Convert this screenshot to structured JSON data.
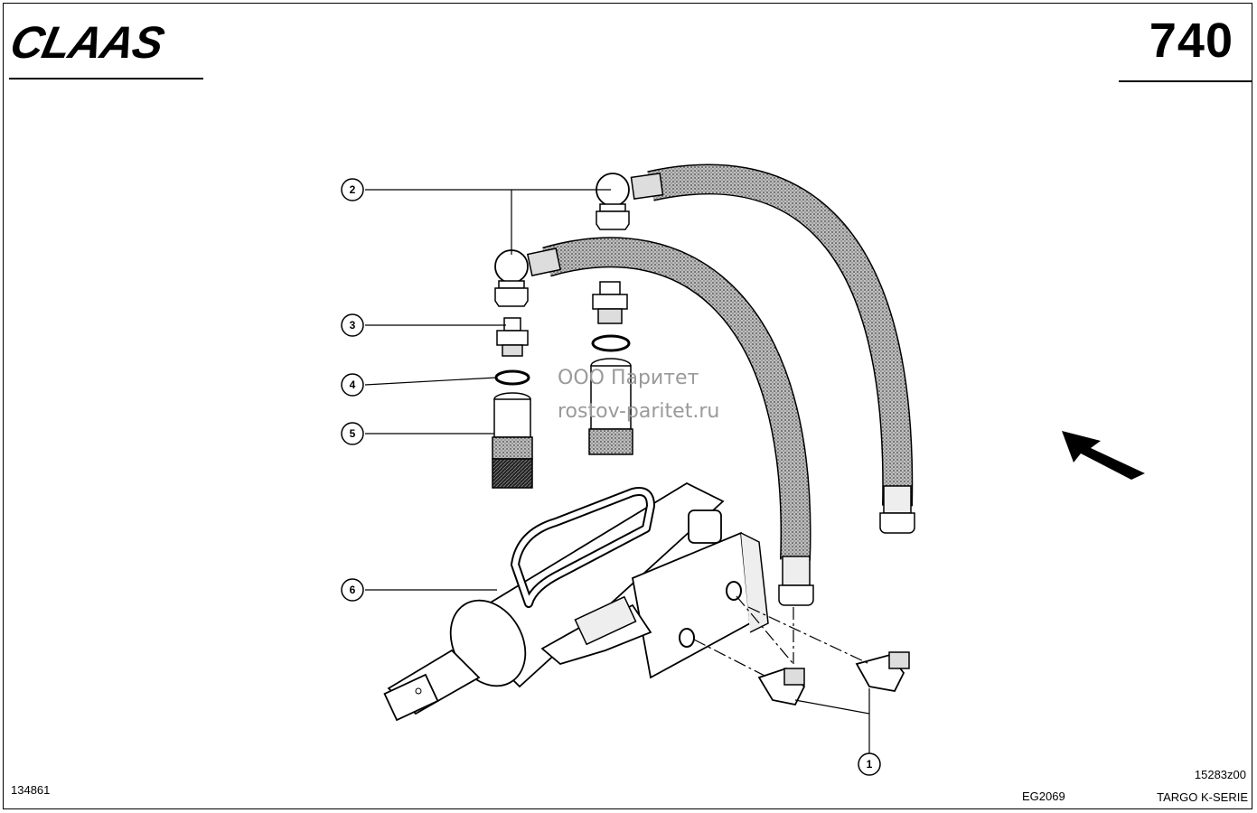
{
  "header": {
    "brand": "CLAAS",
    "page_number": "740"
  },
  "callouts": [
    "1",
    "2",
    "3",
    "4",
    "5",
    "6"
  ],
  "watermark": {
    "line1": "ООО Паритет",
    "line2": "rostov-paritet.ru"
  },
  "footer": {
    "left_code": "134861",
    "middle_code": "EG2069",
    "right_code": "15283z00",
    "series": "TARGO K-SERIE"
  }
}
